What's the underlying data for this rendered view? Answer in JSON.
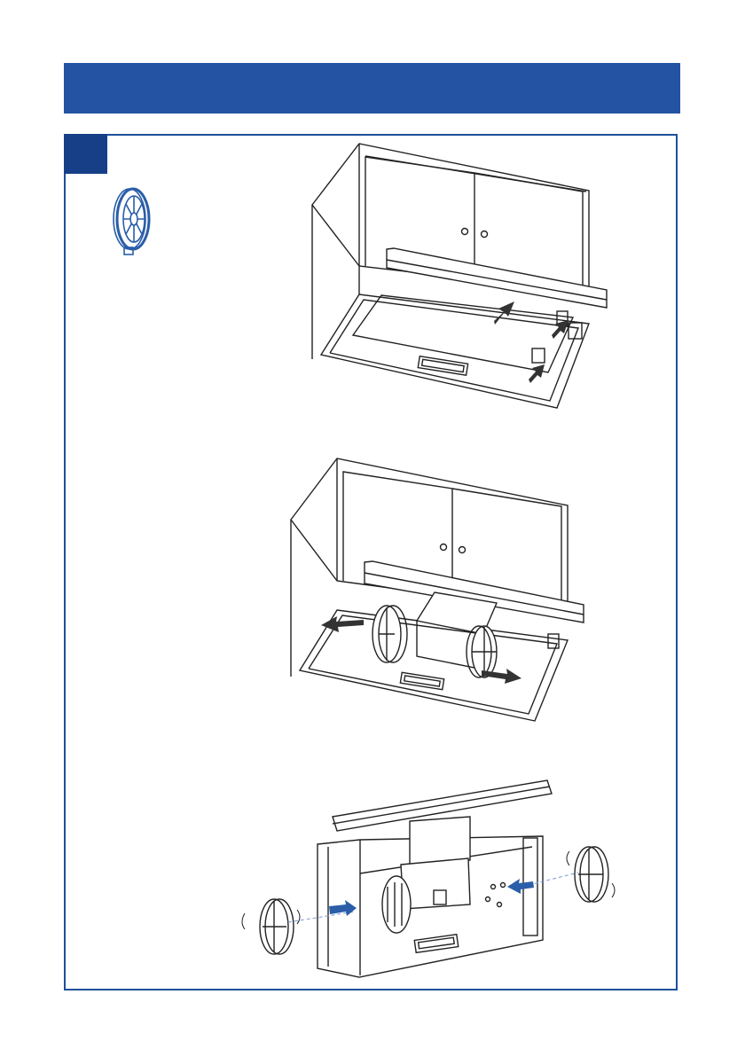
{
  "header": {
    "title": ""
  },
  "step": {
    "number": ""
  },
  "colors": {
    "header": "#2353a2",
    "frame": "#1f4f9c",
    "step_box": "#163f88",
    "arrow_dark": "#333333",
    "arrow_blue": "#2a5ea8",
    "filter_icon": "#2a5ea8"
  },
  "icons": [
    "carbon-filter-icon"
  ],
  "illustrations": [
    "open-hood-step",
    "remove-filters-step",
    "install-carbon-filters-step"
  ]
}
